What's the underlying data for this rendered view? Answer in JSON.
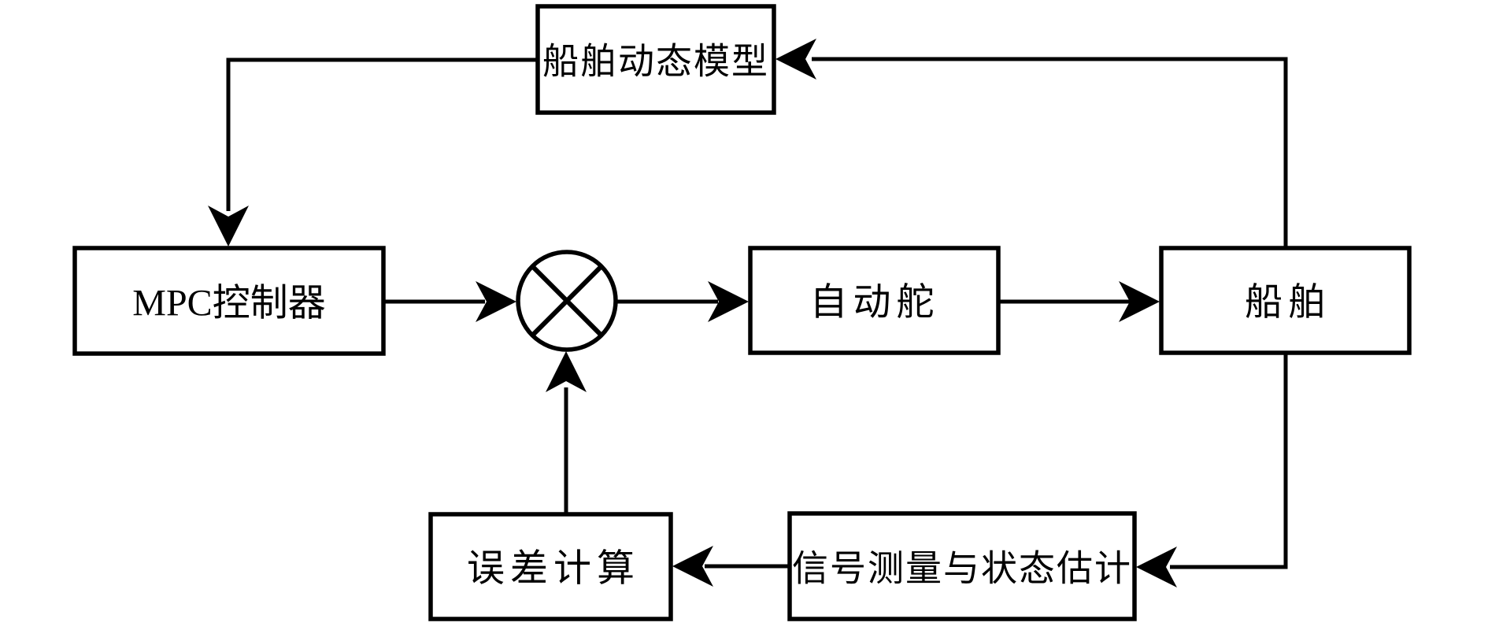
{
  "diagram": {
    "kind": "control-loop-block-diagram",
    "background_color": "#ffffff",
    "line_color": "#000000",
    "blocks": {
      "model": {
        "label": "船舶动态模型"
      },
      "mpc": {
        "label": "MPC控制器"
      },
      "autopilot": {
        "label": "自动舵"
      },
      "ship": {
        "label": "船舶"
      },
      "error": {
        "label": "误差计算"
      },
      "measure": {
        "label": "信号测量与状态估计"
      }
    },
    "junction": {
      "symbol_name": "circled-cross-multiplier"
    },
    "connections": [
      {
        "from": "mpc",
        "to": "junction",
        "direction": "right"
      },
      {
        "from": "junction",
        "to": "autopilot",
        "direction": "right"
      },
      {
        "from": "autopilot",
        "to": "ship",
        "direction": "right"
      },
      {
        "from": "ship",
        "to": "model",
        "direction": "up-then-left"
      },
      {
        "from": "model",
        "to": "mpc",
        "direction": "left-then-down"
      },
      {
        "from": "ship",
        "to": "measure",
        "direction": "down-then-left"
      },
      {
        "from": "measure",
        "to": "error",
        "direction": "left"
      },
      {
        "from": "error",
        "to": "junction",
        "direction": "up"
      }
    ]
  }
}
